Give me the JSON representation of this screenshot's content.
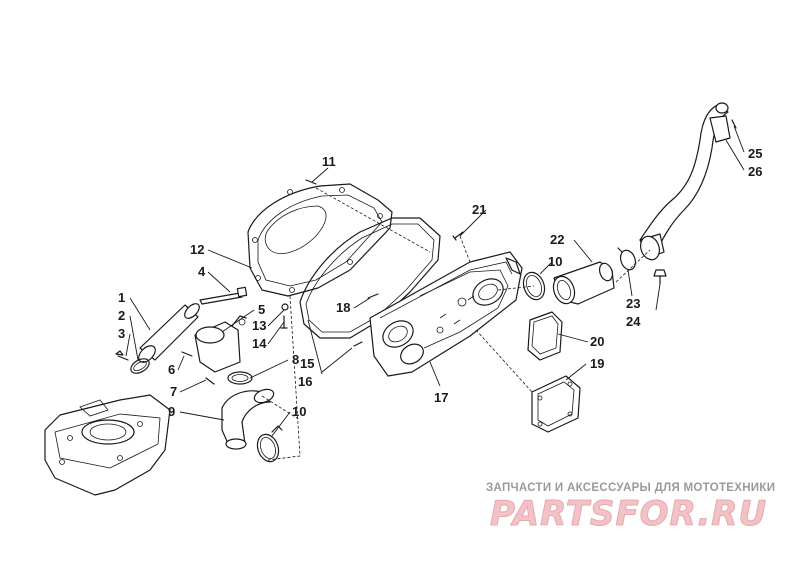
{
  "callouts": [
    "1",
    "2",
    "3",
    "4",
    "5",
    "6",
    "7",
    "8",
    "9",
    "10",
    "10",
    "11",
    "12",
    "13",
    "14",
    "15",
    "16",
    "17",
    "18",
    "19",
    "20",
    "21",
    "22",
    "23",
    "24",
    "25",
    "26"
  ],
  "watermark": {
    "tagline": "ЗАПЧАСТИ И АКСЕССУАРЫ ДЛЯ МОТОТЕХНИКИ",
    "logo": "PARTSFOR.RU"
  },
  "colors": {
    "line": "#1a1a1a",
    "watermark_text": "#9a9a9a",
    "watermark_logo": "#f3c2c6"
  }
}
